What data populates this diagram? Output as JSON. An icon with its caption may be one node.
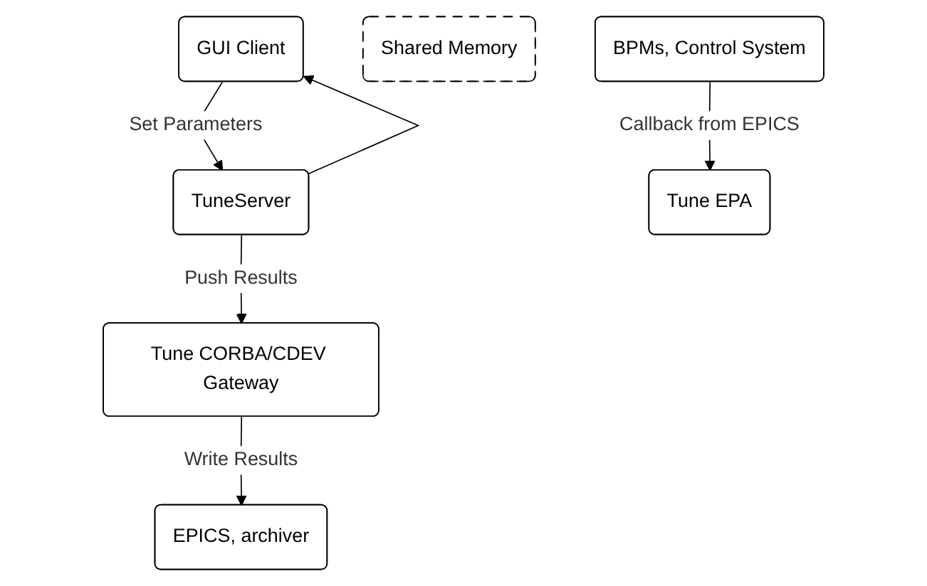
{
  "diagram": {
    "nodes": [
      {
        "text": [
          "GUI Client"
        ]
      },
      {
        "text": [
          "TuneServer"
        ]
      },
      {
        "text": [
          "Shared Memory"
        ]
      },
      {
        "text": [
          "Tune EPA"
        ]
      },
      {
        "text": [
          "Tune CORBA/CDEV Gateway"
        ]
      },
      {
        "text": [
          "EPICS, archiver"
        ]
      },
      {
        "text": [
          "BPMs, Control System"
        ]
      }
    ],
    "edges": [
      {
        "from": 0,
        "to": 1,
        "arrow": "to",
        "label": "Set Parameters"
      },
      {
        "from": 1,
        "to": 0,
        "arrow": "to"
      },
      {
        "from": 1,
        "to": 4,
        "arrow": "to",
        "label": "Push Results"
      },
      {
        "from": 4,
        "to": 5,
        "arrow": "to",
        "label": "Write Results"
      },
      {
        "from": 6,
        "to": 3,
        "arrow": "to",
        "label": "Callback from EPICS"
      }
    ]
  }
}
